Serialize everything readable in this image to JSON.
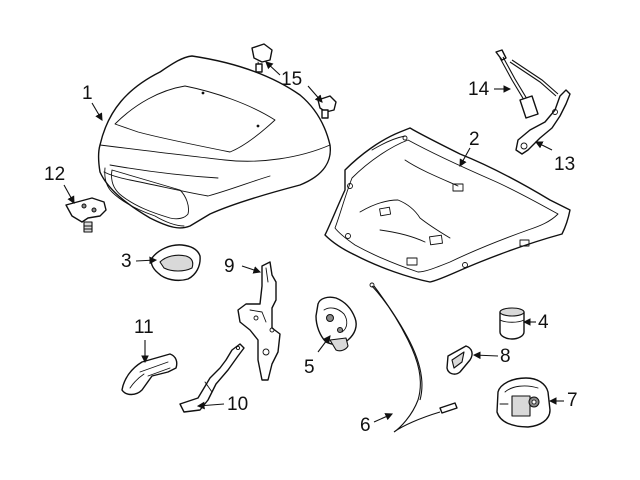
{
  "diagram": {
    "callouts": [
      {
        "id": "1",
        "text": "1"
      },
      {
        "id": "2",
        "text": "2"
      },
      {
        "id": "3",
        "text": "3"
      },
      {
        "id": "4",
        "text": "4"
      },
      {
        "id": "5",
        "text": "5"
      },
      {
        "id": "6",
        "text": "6"
      },
      {
        "id": "7",
        "text": "7"
      },
      {
        "id": "8",
        "text": "8"
      },
      {
        "id": "9",
        "text": "9"
      },
      {
        "id": "10",
        "text": "10"
      },
      {
        "id": "11",
        "text": "11"
      },
      {
        "id": "12",
        "text": "12"
      },
      {
        "id": "13",
        "text": "13"
      },
      {
        "id": "14",
        "text": "14"
      },
      {
        "id": "15",
        "text": "15"
      }
    ]
  }
}
